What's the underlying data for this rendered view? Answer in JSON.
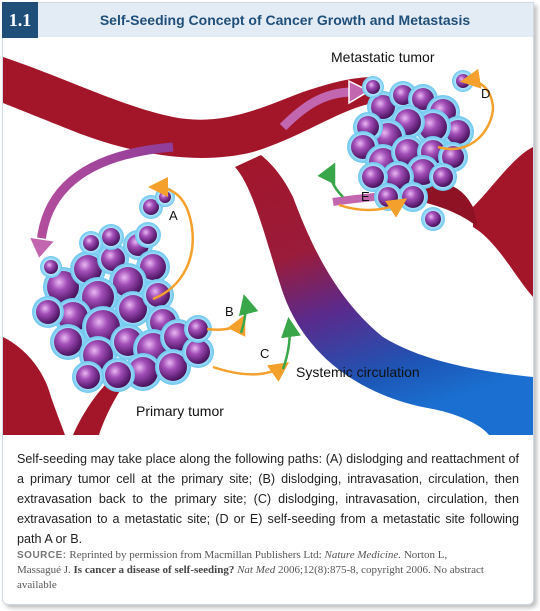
{
  "figure": {
    "number": "1.1",
    "title": "Self-Seeding Concept of Cancer Growth and Metastasis"
  },
  "diagram": {
    "labels": {
      "metastatic_tumor": "Metastatic tumor",
      "primary_tumor": "Primary tumor",
      "systemic_circulation": "Systemic circulation"
    },
    "paths": [
      "A",
      "B",
      "C",
      "D",
      "E"
    ]
  },
  "caption": "Self-seeding may take place along the following paths: (A) dislodging and reattachment of a primary tumor cell at the primary site; (B) dislodging, intravasation, circulation, then extravasation back to the primary site; (C) dislodging, intravasation, circulation, then extravasation to a metastatic site; (D or E) self-seeding from a metastatic site following path A or B.",
  "source": {
    "label": "SOURCE:",
    "text_1": "Reprinted by permission from Macmillan Publishers Ltd:",
    "journal": "Nature Medicine.",
    "text_2": "Norton L, Massagué J.",
    "article": "Is cancer a disease of self-seeding?",
    "citation_journal": "Nat Med",
    "citation": "2006;12(8):875-8, copyright 2006. No abstract available"
  },
  "colors": {
    "header_bg": "#e3ecf5",
    "badge_bg": "#1f4e79",
    "title_text": "#1f4e79",
    "vessel_red": "#a3162a",
    "vessel_blue": "#1558b3",
    "cell_purple": "#7a2a8c",
    "cell_halo": "#8fd6f2",
    "arrow_orange": "#f3a12c",
    "arrow_green": "#3aa64a"
  }
}
